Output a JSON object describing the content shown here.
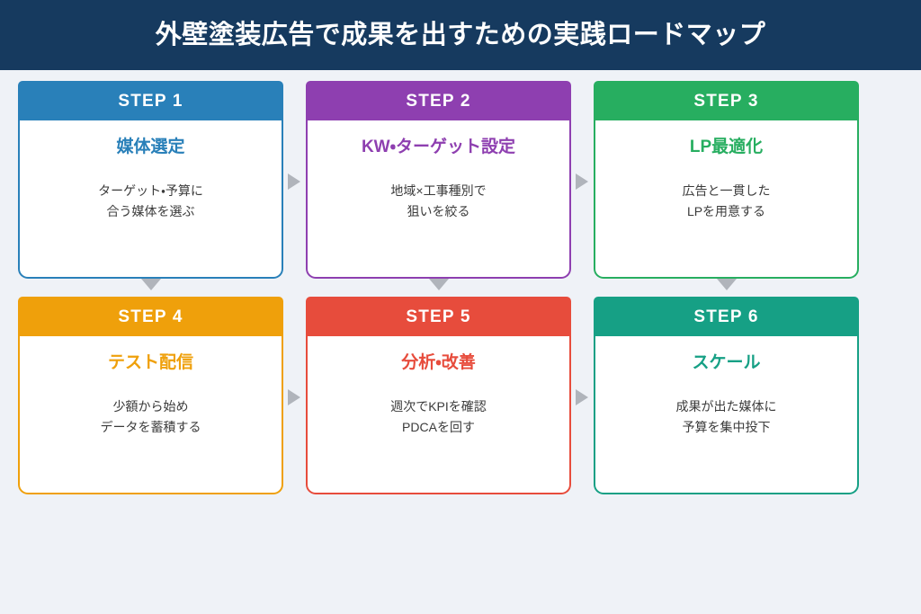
{
  "header": {
    "title": "外壁塗装広告で成果を出すための実践ロードマップ",
    "background": "#163A5F",
    "text_color": "#FFFFFF"
  },
  "page": {
    "background": "#EFF2F7",
    "connector_color": "#B0B4BB"
  },
  "steps": [
    {
      "badge": "STEP 1",
      "title": "媒体選定",
      "desc_line1": "ターゲット・予算に",
      "desc_line2": "合う媒体を選ぶ",
      "color": "#2980B9"
    },
    {
      "badge": "STEP 2",
      "title": "KW・ターゲット設定",
      "desc_line1": "地域×工事種別で",
      "desc_line2": "狙いを絞る",
      "color": "#8E3FB0"
    },
    {
      "badge": "STEP 3",
      "title": "LP最適化",
      "desc_line1": "広告と一貫した",
      "desc_line2": "LPを用意する",
      "color": "#27AE60"
    },
    {
      "badge": "STEP 4",
      "title": "テスト配信",
      "desc_line1": "少額から始め",
      "desc_line2": "データを蓄積する",
      "color": "#EFA00B"
    },
    {
      "badge": "STEP 5",
      "title": "分析・改善",
      "desc_line1": "週次でKPIを確認",
      "desc_line2": "PDCAを回す",
      "color": "#E74C3C"
    },
    {
      "badge": "STEP 6",
      "title": "スケール",
      "desc_line1": "成果が出た媒体に",
      "desc_line2": "予算を集中投下",
      "color": "#16A085"
    }
  ],
  "connectors": {
    "right_arrow_icon": "triangle-right-icon",
    "down_arrow_icon": "triangle-down-icon"
  }
}
